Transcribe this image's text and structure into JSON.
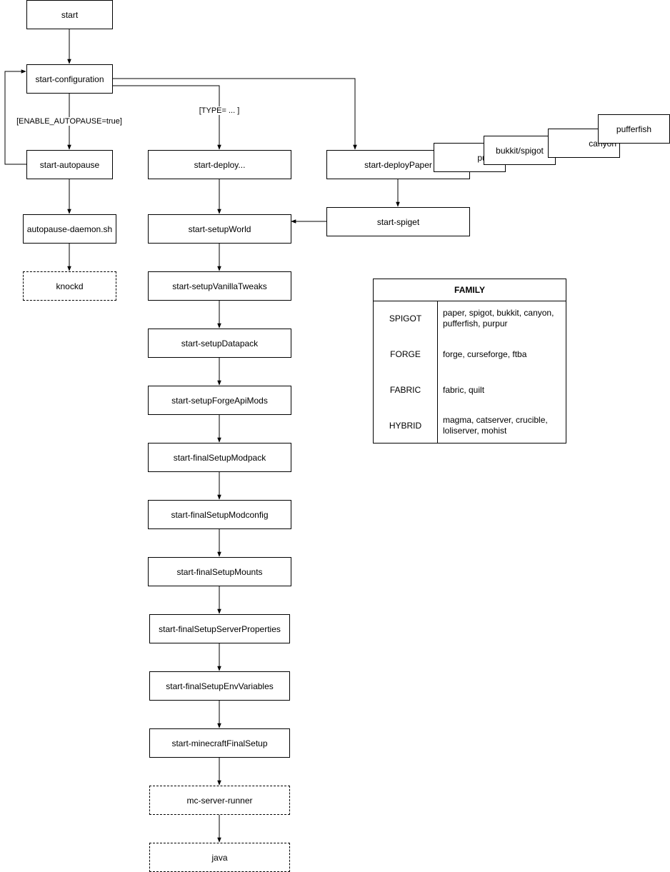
{
  "nodes": {
    "start": "start",
    "configuration": "start-configuration",
    "autopause": "start-autopause",
    "autopause_daemon": "autopause-daemon.sh",
    "knockd": "knockd",
    "deploy": "start-deploy...",
    "deployPaper": "start-deployPaper",
    "spiget": "start-spiget",
    "purpur": "purpur",
    "bukkit_spigot": "bukkit/spigot",
    "canyon": "canyon",
    "pufferfish": "pufferfish",
    "setupWorld": "start-setupWorld",
    "setupVanillaTweaks": "start-setupVanillaTweaks",
    "setupDatapack": "start-setupDatapack",
    "setupForgeApiMods": "start-setupForgeApiMods",
    "finalSetupModpack": "start-finalSetupModpack",
    "finalSetupModconfig": "start-finalSetupModconfig",
    "finalSetupMounts": "start-finalSetupMounts",
    "finalSetupServerProperties": "start-finalSetupServerProperties",
    "finalSetupEnvVariables": "start-finalSetupEnvVariables",
    "minecraftFinalSetup": "start-minecraftFinalSetup",
    "mc_server_runner": "mc-server-runner",
    "java": "java"
  },
  "edge_labels": {
    "enable_autopause": "[ENABLE_AUTOPAUSE=true]",
    "type": "[TYPE= ... ]"
  },
  "family_table": {
    "title": "FAMILY",
    "rows": [
      {
        "family": "SPIGOT",
        "types": "paper, spigot, bukkit, canyon, pufferfish, purpur"
      },
      {
        "family": "FORGE",
        "types": "forge, curseforge, ftba"
      },
      {
        "family": "FABRIC",
        "types": "fabric, quilt"
      },
      {
        "family": "HYBRID",
        "types": "magma, catserver, crucible, loliserver, mohist"
      }
    ]
  }
}
